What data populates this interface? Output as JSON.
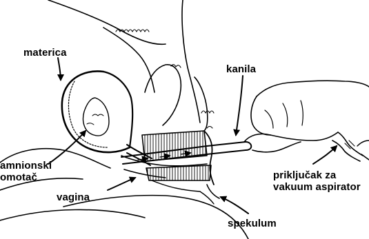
{
  "figure": {
    "labels": {
      "materica": "materica",
      "kanila": "kanila",
      "amnion_line1": "amnionski",
      "amnion_line2": "omotač",
      "vagina": "vagina",
      "prikljucak_line1": "priključak za",
      "prikljucak_line2": "vakuum aspirator",
      "spekulum": "spekulum"
    },
    "colors": {
      "ink": "#000000",
      "paper": "#ffffff"
    }
  }
}
